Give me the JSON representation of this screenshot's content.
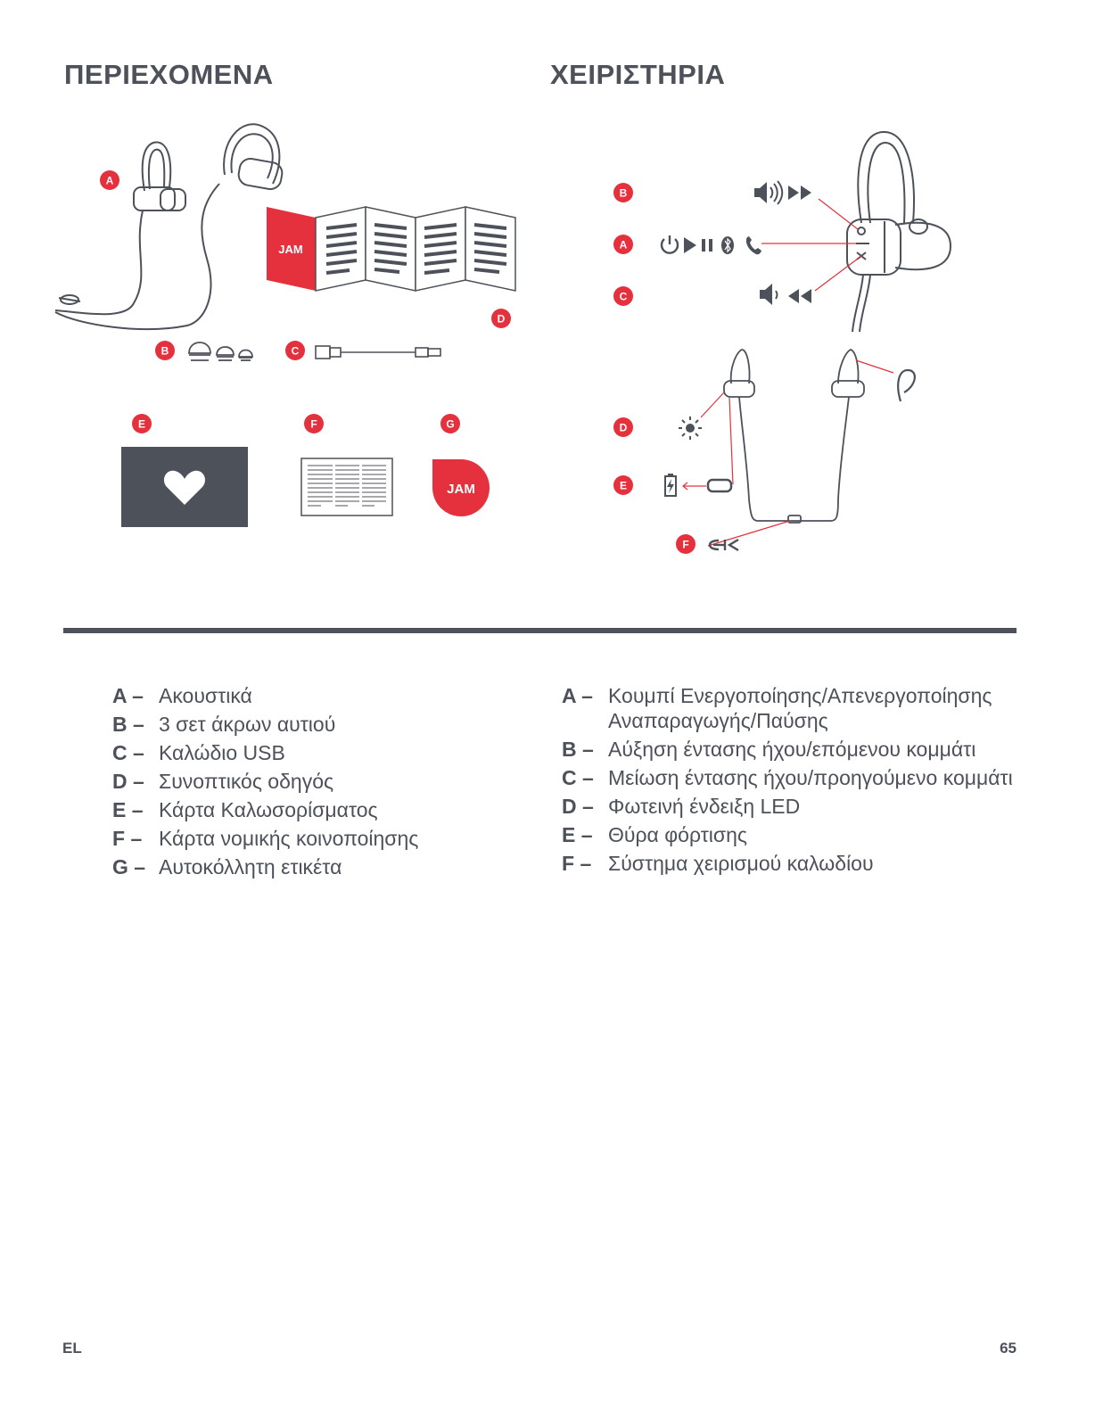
{
  "headings": {
    "contents": "ΠΕΡΙΕΧΟΜΕΝΑ",
    "controls": "ΧΕΙΡΙΣΤΗΡΙΑ"
  },
  "badges": {
    "contents": [
      "A",
      "B",
      "C",
      "D",
      "E",
      "F",
      "G"
    ],
    "controls": [
      "B",
      "A",
      "C",
      "D",
      "E",
      "F"
    ]
  },
  "logo_text": "JAM",
  "contents_list": [
    {
      "letter": "A –",
      "text": "Ακουστικά"
    },
    {
      "letter": "B –",
      "text": "3 σετ άκρων αυτιού"
    },
    {
      "letter": "C –",
      "text": "Καλώδιο USB"
    },
    {
      "letter": "D –",
      "text": "Συνοπτικός οδηγός"
    },
    {
      "letter": "E –",
      "text": "Κάρτα Καλωσορίσματος"
    },
    {
      "letter": "F –",
      "text": "Κάρτα νομικής κοινοποίησης"
    },
    {
      "letter": "G –",
      "text": "Αυτοκόλλητη ετικέτα"
    }
  ],
  "controls_list": [
    {
      "letter": "A –",
      "text": "Κουμπί Ενεργοποίησης/Απενεργοποίησης Αναπαραγωγής/Παύσης"
    },
    {
      "letter": "B –",
      "text": "Αύξηση έντασης ήχου/επόμενου κομμάτι"
    },
    {
      "letter": "C –",
      "text": "Μείωση έντασης ήχου/προηγούμενο κομμάτι"
    },
    {
      "letter": "D –",
      "text": "Φωτεινή ένδειξη LED"
    },
    {
      "letter": "E –",
      "text": "Θύρα φόρτισης"
    },
    {
      "letter": "F –",
      "text": "Σύστημα χειρισμού καλωδίου"
    }
  ],
  "footer": {
    "lang": "EL",
    "page": "65"
  },
  "colors": {
    "accent": "#e5313d",
    "ink": "#4d5159",
    "card": "#4d5159"
  },
  "icons": [
    "power-icon",
    "play-icon",
    "pause-icon",
    "bluetooth-icon",
    "phone-icon",
    "volume-up-icon",
    "next-icon",
    "volume-down-icon",
    "previous-icon",
    "led-icon",
    "battery-charging-icon",
    "usb-port-icon",
    "cable-clip-icon",
    "heart-icon"
  ]
}
